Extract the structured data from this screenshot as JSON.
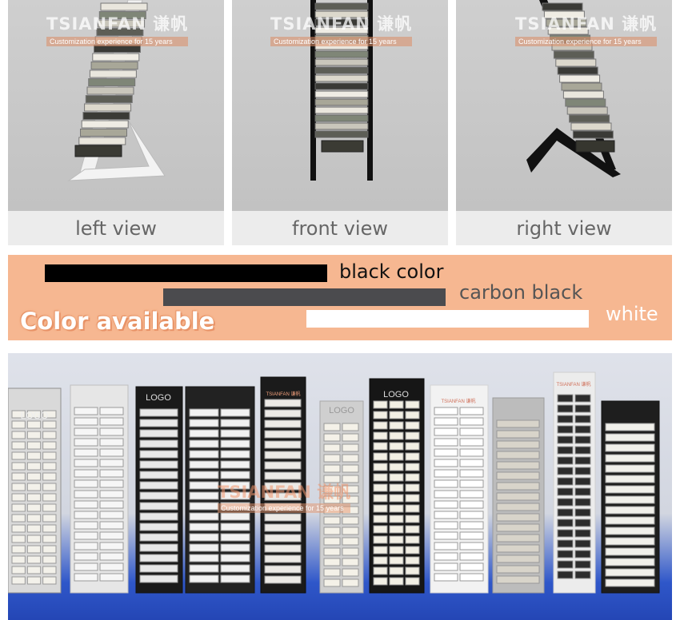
{
  "watermark": {
    "brand": "TSIANFAN 谦帆",
    "tagline": "Customization experience for 15 years"
  },
  "views": [
    {
      "caption": "left view"
    },
    {
      "caption": "front view"
    },
    {
      "caption": "right view"
    }
  ],
  "colors": {
    "heading": "Color available",
    "options": [
      {
        "label": "black color",
        "swatch": "#000000"
      },
      {
        "label": "carbon black",
        "swatch": "#4b4b4e"
      },
      {
        "label": "white",
        "swatch": "#ffffff"
      }
    ],
    "band_color": "#f6b791"
  },
  "showroom": {
    "rack_labels": [
      "LOGO",
      "LOGO",
      "TSIANFAN 谦帆",
      "LOGO",
      "LOGO",
      "TSIANFAN 谦帆",
      "TSIANFAN 谦帆"
    ]
  }
}
